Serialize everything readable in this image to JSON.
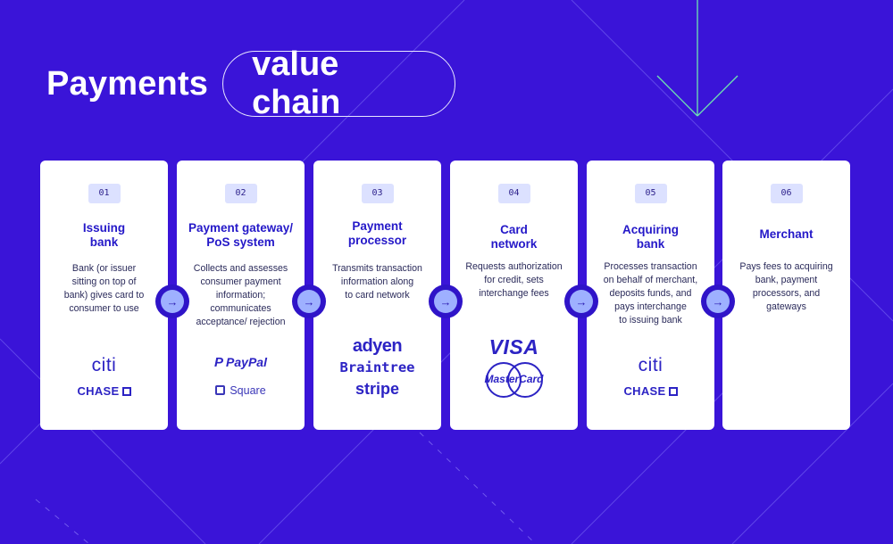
{
  "title": {
    "main": "Payments",
    "pill": "value chain"
  },
  "steps": [
    {
      "num": "01",
      "title_lines": [
        "Issuing",
        "bank"
      ],
      "desc_lines": [
        "Bank (or issuer",
        "sitting on top of",
        "bank) gives card to",
        "consumer to use"
      ],
      "logos": {
        "citi": "citi",
        "chase": "CHASE"
      }
    },
    {
      "num": "02",
      "title_lines": [
        "Payment gateway/",
        "PoS system"
      ],
      "desc_lines": [
        "Collects and assesses",
        "consumer payment",
        "information;",
        "communicates",
        "acceptance/ rejection"
      ],
      "logos": {
        "paypal_mark": "P",
        "paypal": "PayPal",
        "square": "Square"
      }
    },
    {
      "num": "03",
      "title_lines": [
        "Payment",
        "processor"
      ],
      "desc_lines": [
        "Transmits transaction",
        "information along",
        "to card network"
      ],
      "logos": {
        "adyen": "adyen",
        "braintree": "Braintree",
        "stripe": "stripe"
      }
    },
    {
      "num": "04",
      "title_lines": [
        "Card",
        "network"
      ],
      "desc_lines": [
        "Requests authorization",
        "for credit, sets",
        "interchange fees"
      ],
      "logos": {
        "visa": "VISA",
        "mastercard": "MasterCard"
      }
    },
    {
      "num": "05",
      "title_lines": [
        "Acquiring",
        "bank"
      ],
      "desc_lines": [
        "Processes transaction",
        "on behalf of merchant,",
        "deposits funds, and",
        "pays interchange",
        "to issuing bank"
      ],
      "logos": {
        "citi": "citi",
        "chase": "CHASE"
      }
    },
    {
      "num": "06",
      "title_lines": [
        "Merchant"
      ],
      "desc_lines": [
        "Pays fees to acquiring",
        "bank, payment",
        "processors, and",
        "gateways"
      ]
    }
  ],
  "connector_icon": "arrow-right-icon",
  "colors": {
    "background": "#3A14D8",
    "card": "#FFFFFF",
    "accent": "#2418C8",
    "badge": "#DCE1FF",
    "connector": "#9EB0FF"
  }
}
